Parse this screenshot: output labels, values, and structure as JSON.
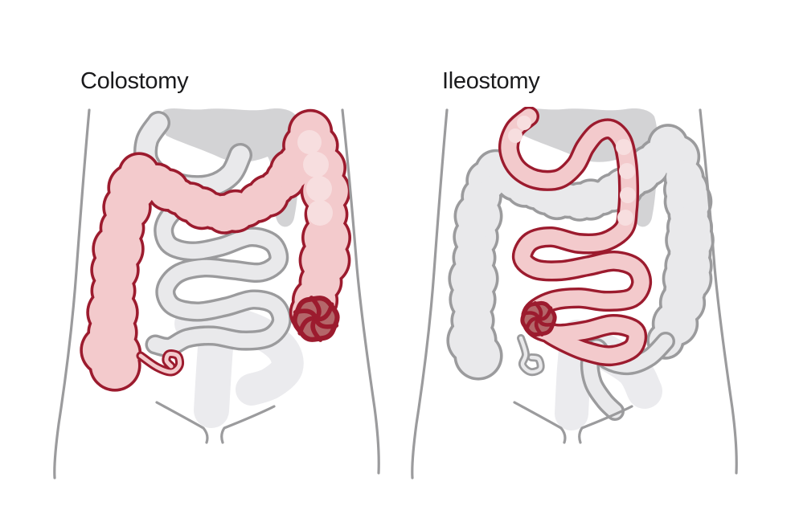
{
  "figures": [
    {
      "id": "colostomy",
      "title": "Colostomy",
      "highlighted_organ": "large intestine with stoma at lower abdomen"
    },
    {
      "id": "ileostomy",
      "title": "Ileostomy",
      "highlighted_organ": "small intestine with stoma at lower abdomen"
    }
  ],
  "colors": {
    "background": "#ffffff",
    "title_text": "#1a1a1c",
    "outline_red": "#9c1b2e",
    "intestine_pink": "#f3cacc",
    "intestine_pink_light": "#f7dedf",
    "stoma_fill": "#b4676a",
    "outline_gray": "#9b9b9d",
    "intestine_gray": "#e9e9eb",
    "stomach_gray": "#d3d3d5",
    "shadow_gray": "#ebebee"
  }
}
